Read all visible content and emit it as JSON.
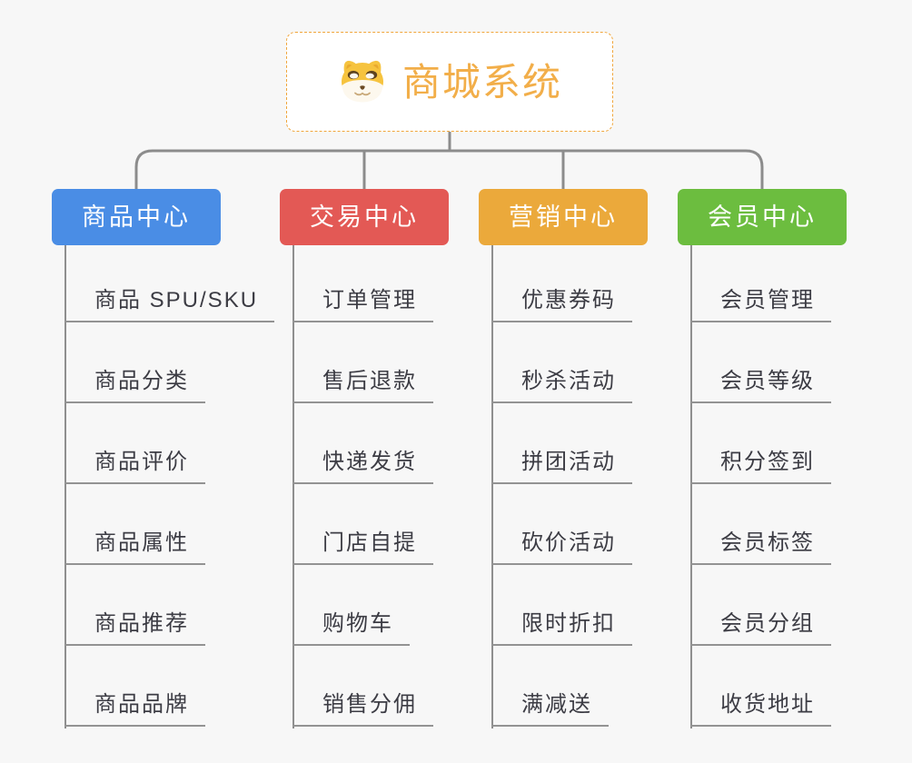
{
  "root": {
    "title": "商城系统",
    "icon": "shiba-dog-icon"
  },
  "branches": [
    {
      "id": "product-center",
      "label": "商品中心",
      "color": "#4a8de5",
      "items": [
        "商品 SPU/SKU",
        "商品分类",
        "商品评价",
        "商品属性",
        "商品推荐",
        "商品品牌"
      ]
    },
    {
      "id": "trade-center",
      "label": "交易中心",
      "color": "#e35955",
      "items": [
        "订单管理",
        "售后退款",
        "快递发货",
        "门店自提",
        "购物车",
        "销售分佣"
      ]
    },
    {
      "id": "marketing-center",
      "label": "营销中心",
      "color": "#eba93b",
      "items": [
        "优惠券码",
        "秒杀活动",
        "拼团活动",
        "砍价活动",
        "限时折扣",
        "满减送"
      ]
    },
    {
      "id": "member-center",
      "label": "会员中心",
      "color": "#6cbd3f",
      "items": [
        "会员管理",
        "会员等级",
        "积分签到",
        "会员标签",
        "会员分组",
        "收货地址"
      ]
    }
  ],
  "colors": {
    "background": "#f7f7f7",
    "connector": "#8c8c8c",
    "topic_text": "#3c3c44",
    "root_text": "#f2ae49",
    "root_border": "#f0a63c"
  }
}
